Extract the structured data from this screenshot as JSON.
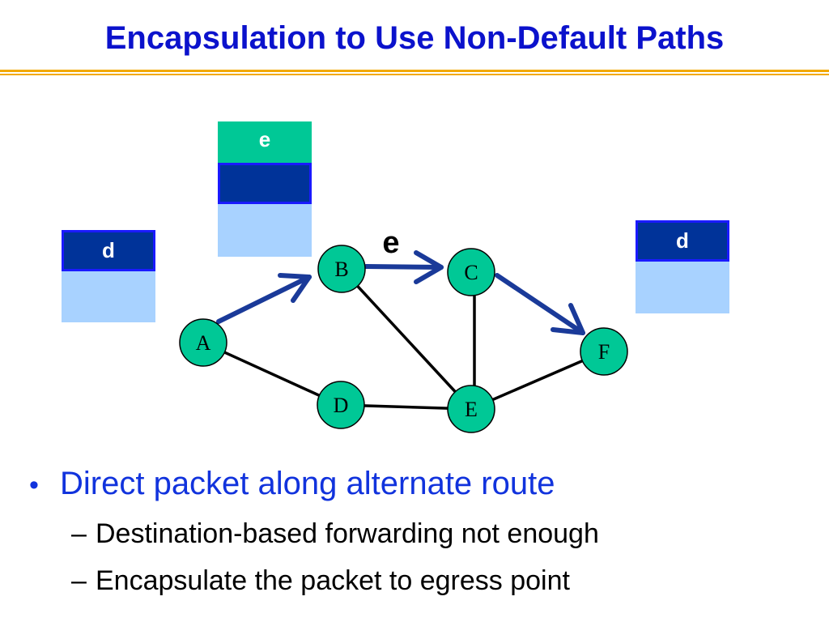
{
  "slide": {
    "title": "Encapsulation to Use Non-Default Paths"
  },
  "packets": {
    "left": {
      "header": "d"
    },
    "top": {
      "outer_header": "e",
      "inner_header": ""
    },
    "right": {
      "header": "d"
    }
  },
  "network": {
    "nodes": [
      "A",
      "B",
      "C",
      "D",
      "E",
      "F"
    ],
    "edges": [
      {
        "from": "A",
        "to": "B"
      },
      {
        "from": "A",
        "to": "D"
      },
      {
        "from": "B",
        "to": "C"
      },
      {
        "from": "B",
        "to": "E"
      },
      {
        "from": "C",
        "to": "E"
      },
      {
        "from": "C",
        "to": "F"
      },
      {
        "from": "D",
        "to": "E"
      },
      {
        "from": "E",
        "to": "F"
      }
    ],
    "highlighted_path": [
      "A",
      "B",
      "C",
      "F"
    ],
    "path_label": "e",
    "colors": {
      "node_fill": "#00c896",
      "edge": "#000000",
      "path_arrow": "#1a3a99",
      "packet_outer_header": "#00c896",
      "packet_header": "#003399",
      "packet_payload": "#a8d2ff"
    }
  },
  "bullets": [
    {
      "text": "Direct packet along alternate route",
      "sub": [
        "Destination-based forwarding not enough",
        "Encapsulate the packet to egress point"
      ]
    }
  ]
}
